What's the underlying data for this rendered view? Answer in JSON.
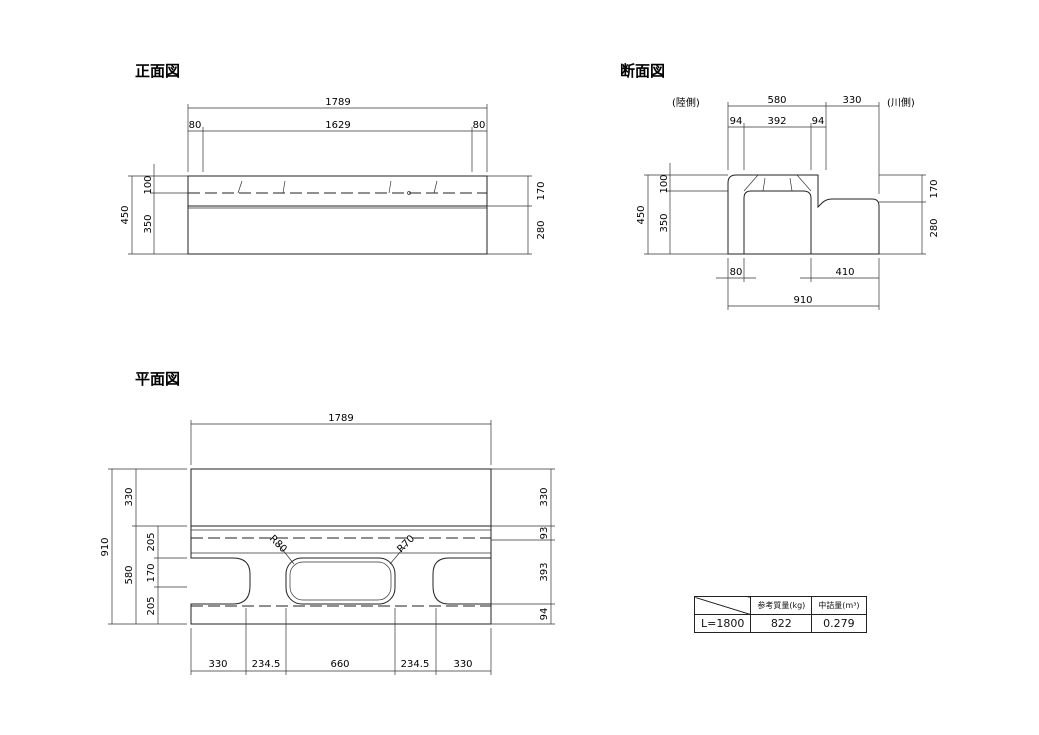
{
  "views": {
    "front": {
      "title": "正面図",
      "dims": {
        "overall_length": "1789",
        "end_left": "80",
        "mid_length": "1629",
        "end_right": "80",
        "height_total": "450",
        "height_upper": "100",
        "height_lower": "350",
        "right_upper": "170",
        "right_lower": "280"
      }
    },
    "section": {
      "title": "断面図",
      "land_side": "(陸側)",
      "river_side": "(川側)",
      "dims": {
        "top_main": "580",
        "top_step": "330",
        "left_wall": "94",
        "inner_width": "392",
        "right_wall": "94",
        "height_total": "450",
        "height_upper": "100",
        "height_lower": "350",
        "right_upper": "170",
        "right_lower": "280",
        "bottom_left": "80",
        "bottom_right": "410",
        "bottom_total": "910"
      }
    },
    "plan": {
      "title": "平面図",
      "dims": {
        "overall_length": "1789",
        "left_total": "910",
        "left_top": "330",
        "left_body": "580",
        "left_a": "205",
        "left_b": "170",
        "left_c": "205",
        "right_top": "330",
        "right_a": "93",
        "right_b": "393",
        "right_c": "94",
        "radius_left": "R80",
        "radius_right": "R70",
        "bottom_1": "330",
        "bottom_2": "234.5",
        "bottom_3": "660",
        "bottom_4": "234.5",
        "bottom_5": "330"
      }
    }
  },
  "spec_table": {
    "headers": [
      "参考質量(kg)",
      "中詰量(m³)"
    ],
    "rows": [
      {
        "label": "L=1800",
        "mass": "822",
        "fill": "0.279"
      }
    ]
  }
}
